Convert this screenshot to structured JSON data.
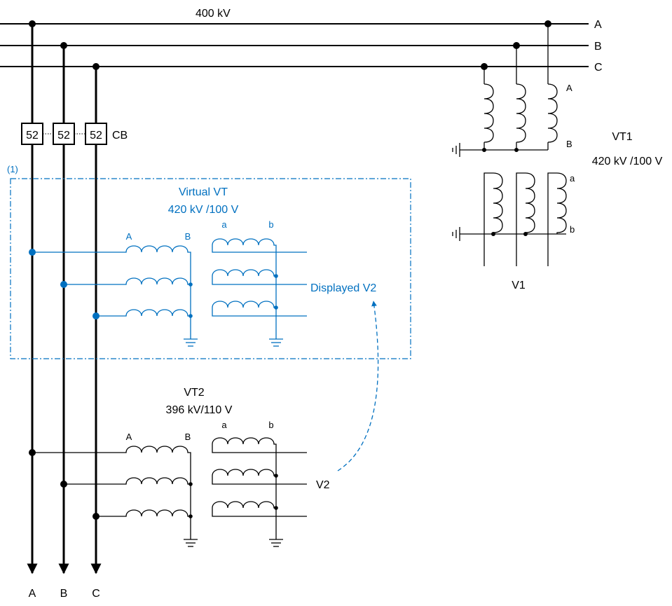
{
  "busbar": {
    "voltage": "400 kV",
    "phases": [
      "A",
      "B",
      "C"
    ]
  },
  "breakers": {
    "labels": [
      "52",
      "52",
      "52"
    ],
    "name": "CB"
  },
  "vt1": {
    "name": "VT1",
    "ratio": "420 kV /100 V",
    "primary_terminals": [
      "A",
      "B"
    ],
    "secondary_terminals": [
      "a",
      "b"
    ],
    "measured": "V1"
  },
  "virtual_vt": {
    "note": "(1)",
    "name": "Virtual VT",
    "ratio": "420 kV /100 V",
    "primary_terminals": [
      "A",
      "B"
    ],
    "secondary_terminals": [
      "a",
      "b"
    ],
    "output": "Displayed V2"
  },
  "vt2": {
    "name": "VT2",
    "ratio": "396 kV/110 V",
    "primary_terminals": [
      "A",
      "B"
    ],
    "secondary_terminals": [
      "a",
      "b"
    ],
    "output": "V2"
  },
  "outputs": [
    "A",
    "B",
    "C"
  ],
  "colors": {
    "main": "#000000",
    "virtual": "#0070c0"
  }
}
